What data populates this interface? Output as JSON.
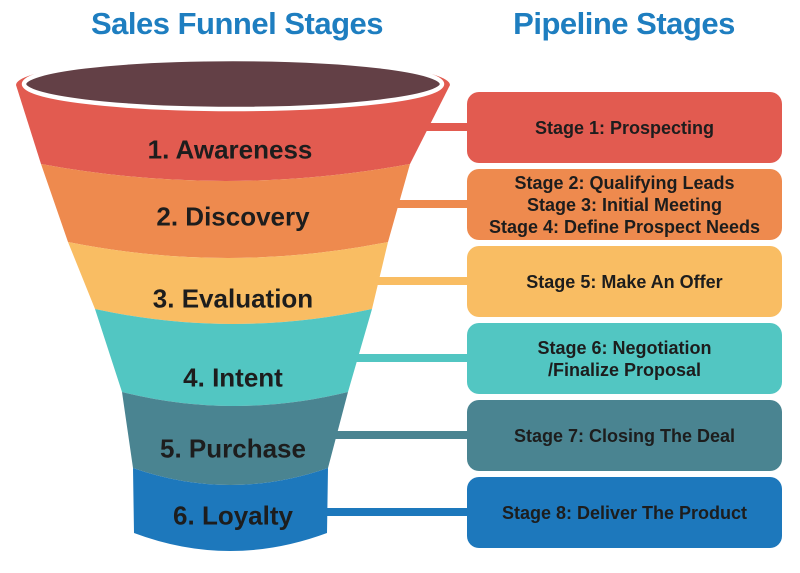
{
  "titles": {
    "left": "Sales Funnel Stages",
    "right": "Pipeline Stages",
    "color": "#1E7EC0"
  },
  "text_color": "#1D1D1D",
  "funnel": {
    "top_color": "#634046",
    "rim_gap_color": "#FFFFFF",
    "stages": [
      {
        "label": "1. Awareness",
        "color": "#E25B50"
      },
      {
        "label": "2. Discovery",
        "color": "#EE8A4E"
      },
      {
        "label": "3. Evaluation",
        "color": "#F9BD63"
      },
      {
        "label": "4. Intent",
        "color": "#52C6C2"
      },
      {
        "label": "5. Purchase",
        "color": "#4A8491"
      },
      {
        "label": "6. Loyalty",
        "color": "#1D78BC"
      }
    ]
  },
  "pipeline": {
    "boxes": [
      {
        "label": "Stage 1: Prospecting",
        "color": "#E25B50"
      },
      {
        "label": "Stage 2: Qualifying Leads\nStage 3: Initial Meeting\nStage 4: Define Prospect Needs",
        "color": "#EE8A4E"
      },
      {
        "label": "Stage 5: Make An Offer",
        "color": "#F9BD63"
      },
      {
        "label": "Stage 6: Negotiation\n/Finalize Proposal",
        "color": "#52C6C2"
      },
      {
        "label": "Stage 7: Closing The Deal",
        "color": "#4A8491"
      },
      {
        "label": "Stage 8: Deliver The Product",
        "color": "#1D78BC"
      }
    ]
  }
}
